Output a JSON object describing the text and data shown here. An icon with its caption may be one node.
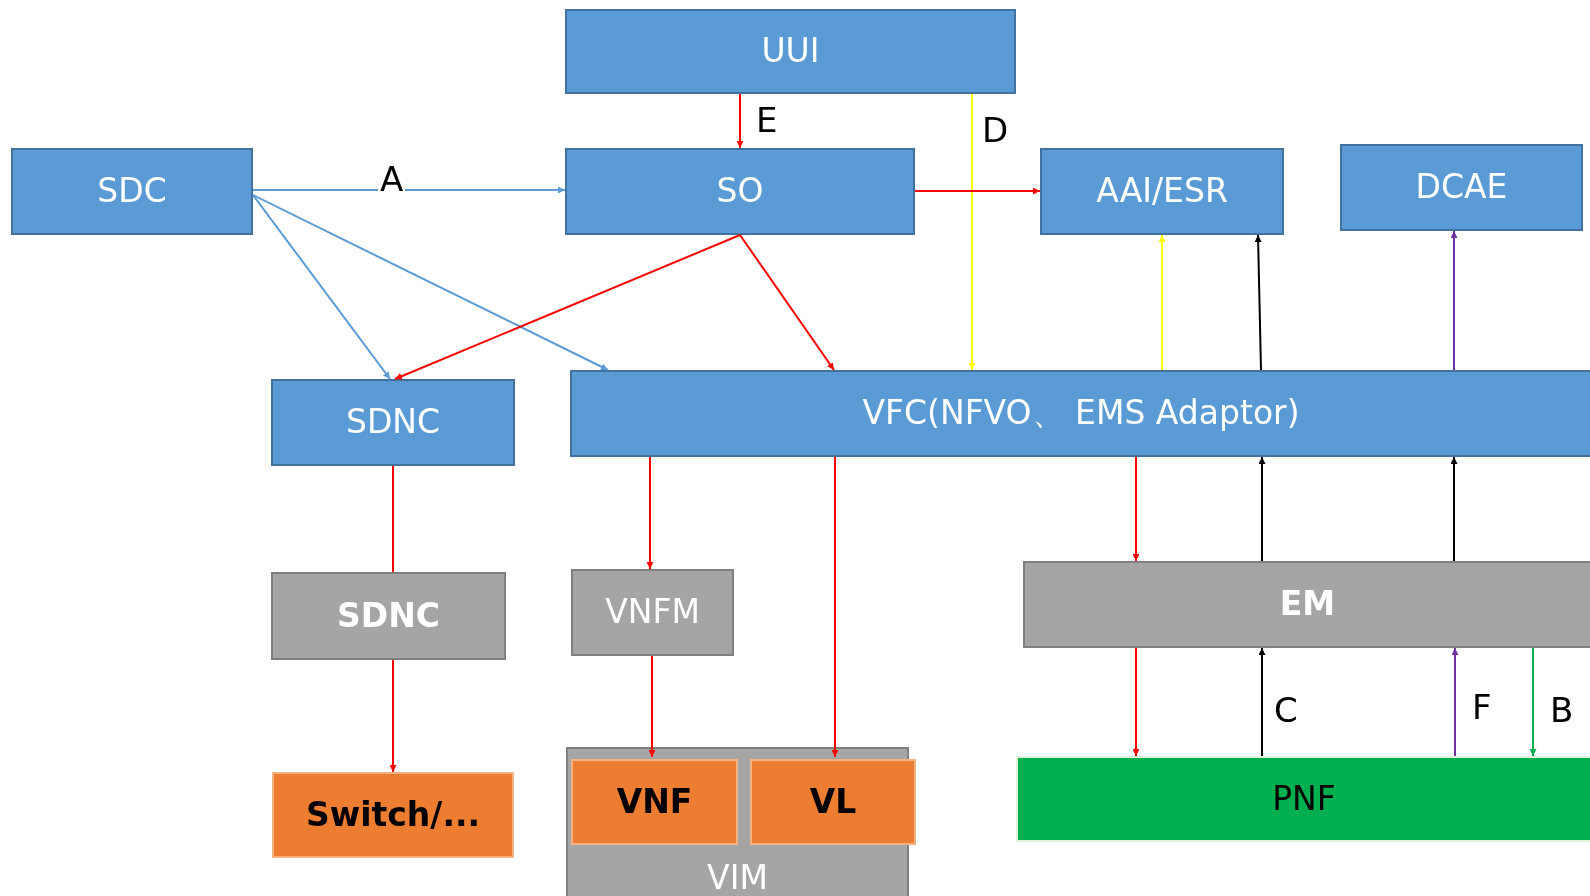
{
  "diagram": {
    "nodes": [
      {
        "text": [
          "UUI"
        ]
      },
      {
        "text": [
          "SDC"
        ]
      },
      {
        "text": [
          "SO"
        ]
      },
      {
        "text": [
          "AAI/ESR"
        ]
      },
      {
        "text": [
          "DCAE"
        ]
      },
      {
        "text": [
          "SDNC"
        ]
      },
      {
        "text": [
          "VFC(NFVO、 EMS Adaptor)"
        ]
      },
      {
        "text": [
          "SDNC"
        ]
      },
      {
        "text": [
          "VNFM"
        ]
      },
      {
        "text": [
          "EM"
        ]
      },
      {
        "text": [
          "Switch/..."
        ]
      },
      {
        "text": [
          "VIM"
        ]
      },
      {
        "text": [
          "VNF"
        ],
        "in": 11
      },
      {
        "text": [
          "VL"
        ],
        "in": 11
      },
      {
        "text": [
          "PNF"
        ]
      }
    ],
    "edges": [
      {
        "from": 0,
        "to": 2,
        "arrow": "to",
        "label": "E"
      },
      {
        "from": 0,
        "to": 6,
        "arrow": "to",
        "label": "D",
        "color": "#ffff00"
      },
      {
        "from": 1,
        "to": 2,
        "arrow": "to",
        "label": "A",
        "color": "#5b9bd5"
      },
      {
        "from": 1,
        "to": 5,
        "arrow": "to",
        "color": "#5b9bd5"
      },
      {
        "from": 1,
        "to": 6,
        "arrow": "to",
        "color": "#5b9bd5"
      },
      {
        "from": 2,
        "to": 3,
        "arrow": "to"
      },
      {
        "from": 2,
        "to": 5,
        "arrow": "to"
      },
      {
        "from": 2,
        "to": 6,
        "arrow": "to"
      },
      {
        "from": 6,
        "to": 3,
        "arrow": "to",
        "color": "#ffff00"
      },
      {
        "from": 6,
        "to": 3,
        "arrow": "to",
        "color": "#000000"
      },
      {
        "from": 6,
        "to": 4,
        "arrow": "to",
        "color": "#7030a0"
      },
      {
        "from": 5,
        "to": 7,
        "arrow": "none"
      },
      {
        "from": 7,
        "to": 10,
        "arrow": "to"
      },
      {
        "from": 6,
        "to": 8,
        "arrow": "to"
      },
      {
        "from": 6,
        "to": 13,
        "arrow": "to"
      },
      {
        "from": 8,
        "to": 12,
        "arrow": "to"
      },
      {
        "from": 6,
        "to": 9,
        "arrow": "to"
      },
      {
        "from": 9,
        "to": 6,
        "arrow": "to",
        "color": "#000000"
      },
      {
        "from": 9,
        "to": 6,
        "arrow": "to",
        "color": "#000000"
      },
      {
        "from": 9,
        "to": 14,
        "arrow": "to"
      },
      {
        "from": 14,
        "to": 9,
        "arrow": "to",
        "label": "C",
        "color": "#000000"
      },
      {
        "from": 14,
        "to": 9,
        "arrow": "to",
        "label": "F",
        "color": "#7030a0"
      },
      {
        "from": 9,
        "to": 14,
        "arrow": "to",
        "label": "B",
        "color": "#00b050"
      }
    ]
  }
}
